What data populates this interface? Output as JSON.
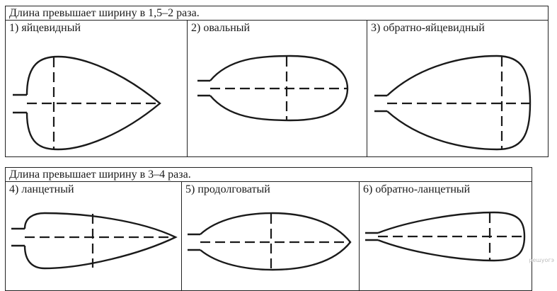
{
  "top_block": {
    "title": "Длина превышает ширину в 1,5–2 раза.",
    "cells": [
      {
        "label": "1) яйцевидный"
      },
      {
        "label": "2) овальный"
      },
      {
        "label": "3) обратно-яйцевидный"
      }
    ]
  },
  "bottom_block": {
    "title": "Длина превышает ширину в 3–4 раза.",
    "cells": [
      {
        "label": "4) ланцетный"
      },
      {
        "label": "5) продолговатый"
      },
      {
        "label": "6) обратно-ланцетный"
      }
    ]
  },
  "watermark": "решуогэ"
}
